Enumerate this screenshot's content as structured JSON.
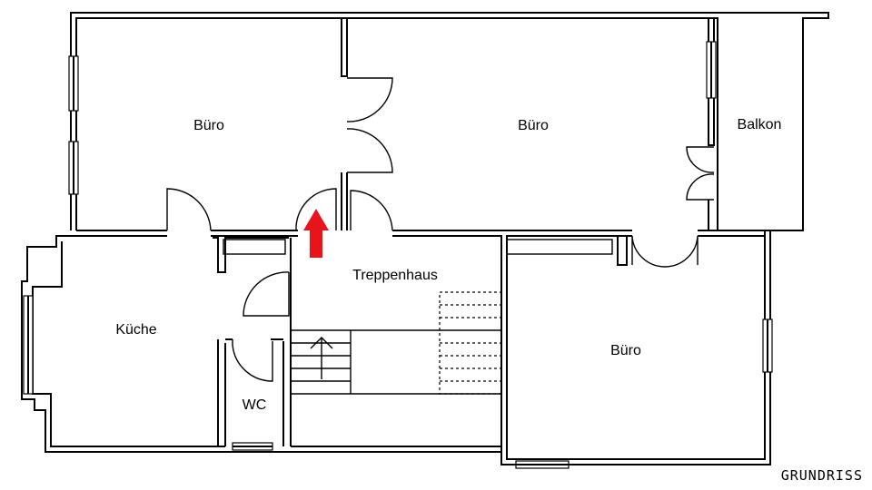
{
  "rooms": {
    "buero_1": "Büro",
    "buero_2": "Büro",
    "buero_3": "Büro",
    "balkon": "Balkon",
    "kueche": "Küche",
    "treppenhaus": "Treppenhaus",
    "wc": "WC"
  },
  "brand": "GRUNDRISS",
  "colors": {
    "entrance_arrow": "#e8141b",
    "walls": "#000000",
    "background": "#ffffff"
  },
  "icons": {
    "entrance": "arrow-up-icon",
    "stairs_direction": "arrow-up-icon"
  }
}
